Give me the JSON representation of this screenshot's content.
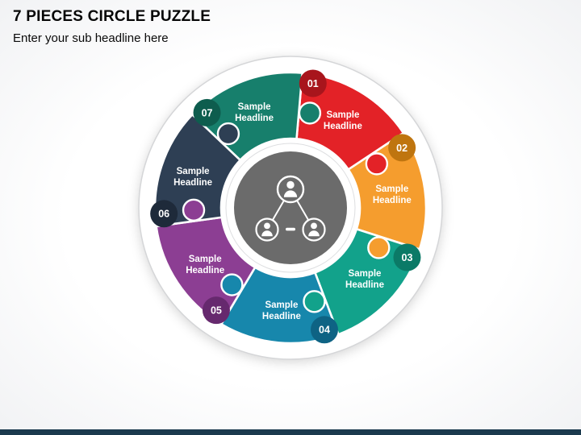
{
  "header": {
    "title": "7 PIECES CIRCLE PUZZLE",
    "subtitle": "Enter your sub headline here"
  },
  "pieces": [
    {
      "number": "01",
      "label1": "Sample",
      "label2": "Headline",
      "color": "#e32227",
      "badge_color": "#a8151c"
    },
    {
      "number": "02",
      "label1": "Sample",
      "label2": "Headline",
      "color": "#f59d2e",
      "badge_color": "#bf750f"
    },
    {
      "number": "03",
      "label1": "Sample",
      "label2": "Headline",
      "color": "#12a28b",
      "badge_color": "#0b7a67"
    },
    {
      "number": "04",
      "label1": "Sample",
      "label2": "Headline",
      "color": "#1787ac",
      "badge_color": "#0e6384"
    },
    {
      "number": "05",
      "label1": "Sample",
      "label2": "Headline",
      "color": "#8c3e93",
      "badge_color": "#66296e"
    },
    {
      "number": "06",
      "label1": "Sample",
      "label2": "Headline",
      "color": "#2e3f54",
      "badge_color": "#1e2a3a"
    },
    {
      "number": "07",
      "label1": "Sample",
      "label2": "Headline",
      "color": "#177f6c",
      "badge_color": "#0e5d4e"
    }
  ],
  "center": {
    "icon": "team-network-icon",
    "circle_color": "#6b6b6b"
  },
  "footer": {
    "bar_color": "#1b3a4e"
  }
}
